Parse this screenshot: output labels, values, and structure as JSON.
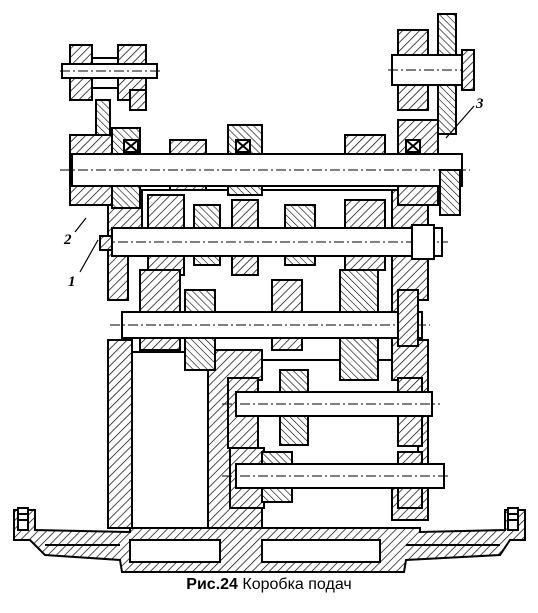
{
  "figure": {
    "caption_label": "Рис.24",
    "caption_text": "Коробка подач",
    "callouts": [
      "1",
      "2",
      "3"
    ]
  },
  "colors": {
    "ink": "#000000",
    "paper": "#ffffff"
  }
}
